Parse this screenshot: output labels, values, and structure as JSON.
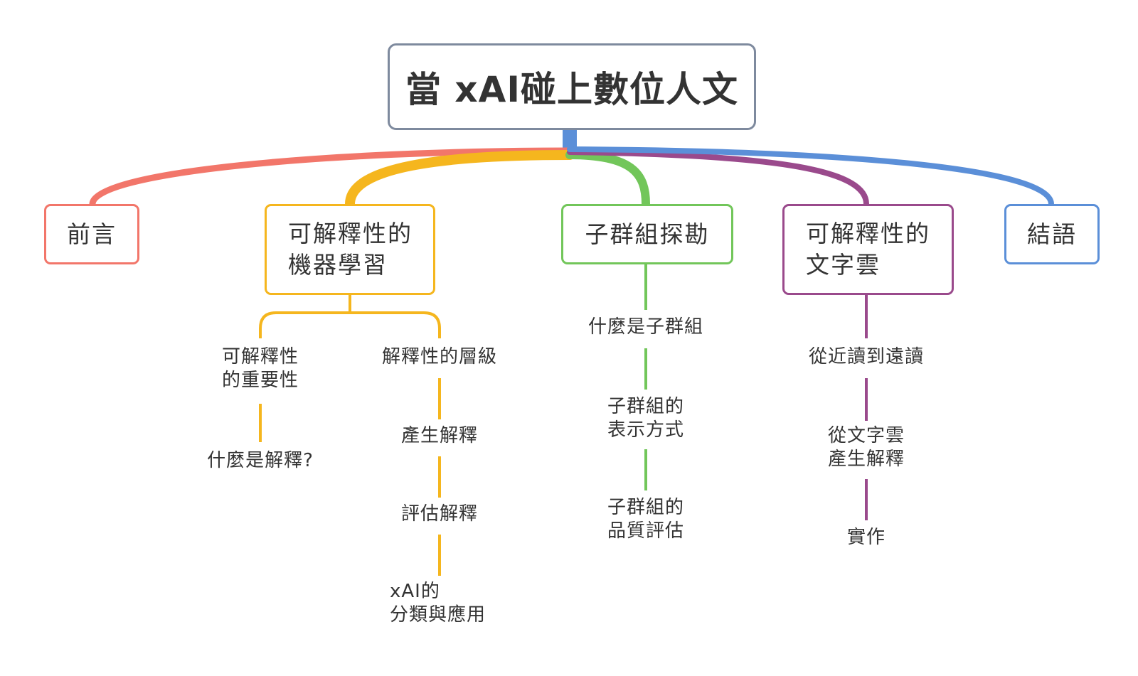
{
  "root": {
    "title": "當 xAI碰上數位人文"
  },
  "colors": {
    "red": "#f2766a",
    "orange": "#f5b61e",
    "green": "#72c65a",
    "purple": "#9a4a8c",
    "blue": "#5b8fd8",
    "root_border": "#7e8a9e"
  },
  "branches": [
    {
      "label": "前言",
      "color": "red",
      "children": []
    },
    {
      "label": "可解釋性的\n機器學習",
      "color": "orange",
      "children": [
        {
          "label": "可解釋性\n的重要性",
          "children": [
            "什麼是解釋?"
          ]
        },
        {
          "label": "解釋性的層級",
          "children": [
            "產生解釋",
            "評估解釋",
            "xAI的\n分類與應用"
          ]
        }
      ]
    },
    {
      "label": "子群組探勘",
      "color": "green",
      "children": [
        "什麼是子群組",
        "子群組的\n表示方式",
        "子群組的\n品質評估"
      ]
    },
    {
      "label": "可解釋性的\n文字雲",
      "color": "purple",
      "children": [
        "從近讀到遠讀",
        "從文字雲\n產生解釋",
        "實作"
      ]
    },
    {
      "label": "結語",
      "color": "blue",
      "children": []
    }
  ]
}
